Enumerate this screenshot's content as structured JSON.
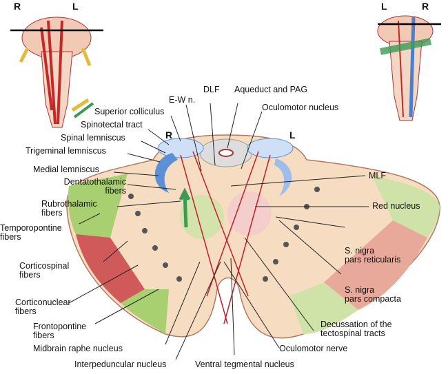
{
  "thumbnails": {
    "left": {
      "side_a": "R",
      "side_b": "L"
    },
    "right": {
      "side_a": "L",
      "side_b": "R"
    }
  },
  "section_sides": {
    "right": "R",
    "left": "L"
  },
  "labels": {
    "superior_colliculus": "Superior colliculus",
    "ew_nucleus": "E-W n.",
    "dlf": "DLF",
    "aqueduct_pag": "Aqueduct and PAG",
    "oculomotor_nucleus": "Oculomotor nucleus",
    "spinotectal_tract": "Spinotectal tract",
    "spinal_lemniscus": "Spinal lemniscus",
    "trigeminal_lemniscus": "Trigeminal lemniscus",
    "medial_lemniscus": "Medial lemniscus",
    "dentatothalamic": [
      "Dentatothalamic",
      "fibers"
    ],
    "rubrothalamic": [
      "Rubrothalamic",
      "fibers"
    ],
    "temporopontine": [
      "Temporopontine",
      "fibers"
    ],
    "corticospinal": [
      "Corticospinal",
      "fibers"
    ],
    "corticonuclear": [
      "Corticonuclear",
      "fibers"
    ],
    "frontopontine": [
      "Frontopontine",
      "fibers"
    ],
    "midbrain_raphe": "Midbrain raphe nucleus",
    "interpeduncular": "Interpeduncular nucleus",
    "ventral_tegmental": "Ventral tegmental nucleus",
    "oculomotor_nerve": "Oculomotor nerve",
    "decussation": [
      "Decussation of the",
      "tectospinal tracts"
    ],
    "snc": [
      "S. nigra",
      "pars compacta"
    ],
    "snr": [
      "S. nigra",
      "pars reticularis"
    ],
    "red_nucleus": "Red nucleus",
    "mlf": "MLF"
  },
  "colors": {
    "tegmentum": "#f6dcc0",
    "peduncle_green": "#a8cf70",
    "corticospinal_red": "#d05a5a",
    "substantia_nigra": "#e9a99a",
    "lemniscus_blue": "#5b8fd6",
    "tract_red": "#c01e2a"
  }
}
